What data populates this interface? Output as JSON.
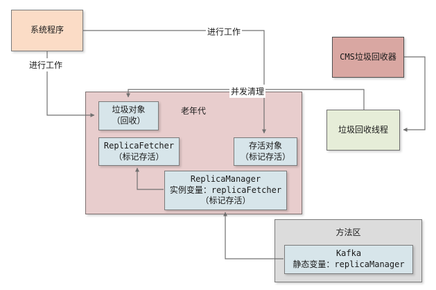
{
  "diagram": {
    "title_context": "CMS concurrent garbage collection diagram",
    "nodes": {
      "system_program": {
        "label": "系统程序"
      },
      "cms_collector": {
        "label": "CMS垃圾回收器"
      },
      "gc_thread": {
        "label": "垃圾回收线程"
      },
      "old_generation": {
        "label": "老年代"
      },
      "garbage_object": {
        "lines": [
          "垃圾对象",
          "（回收）"
        ]
      },
      "replica_fetcher": {
        "lines": [
          "ReplicaFetcher",
          "（标记存活）"
        ]
      },
      "surviving_object": {
        "lines": [
          "存活对象",
          "（标记存活）"
        ]
      },
      "replica_manager": {
        "lines": [
          "ReplicaManager",
          "实例变量：replicaFetcher",
          "（标记存活）"
        ]
      },
      "method_area": {
        "label": "方法区"
      },
      "kafka": {
        "lines": [
          "Kafka",
          "静态变量：replicaManager"
        ]
      }
    },
    "edge_labels": {
      "work_left": "进行工作",
      "work_top": "进行工作",
      "concurrent_clean": "并发清理"
    },
    "colors": {
      "system_program_fill": "#fbdcc6",
      "cms_collector_fill": "#d9a7a2",
      "gc_thread_fill": "#e6edd8",
      "old_generation_fill": "#e8cdcd",
      "inner_box_fill": "#d7e5ea",
      "method_area_fill": "#dcdcdc",
      "connector": "#707070",
      "border": "#7a7a7a"
    }
  }
}
